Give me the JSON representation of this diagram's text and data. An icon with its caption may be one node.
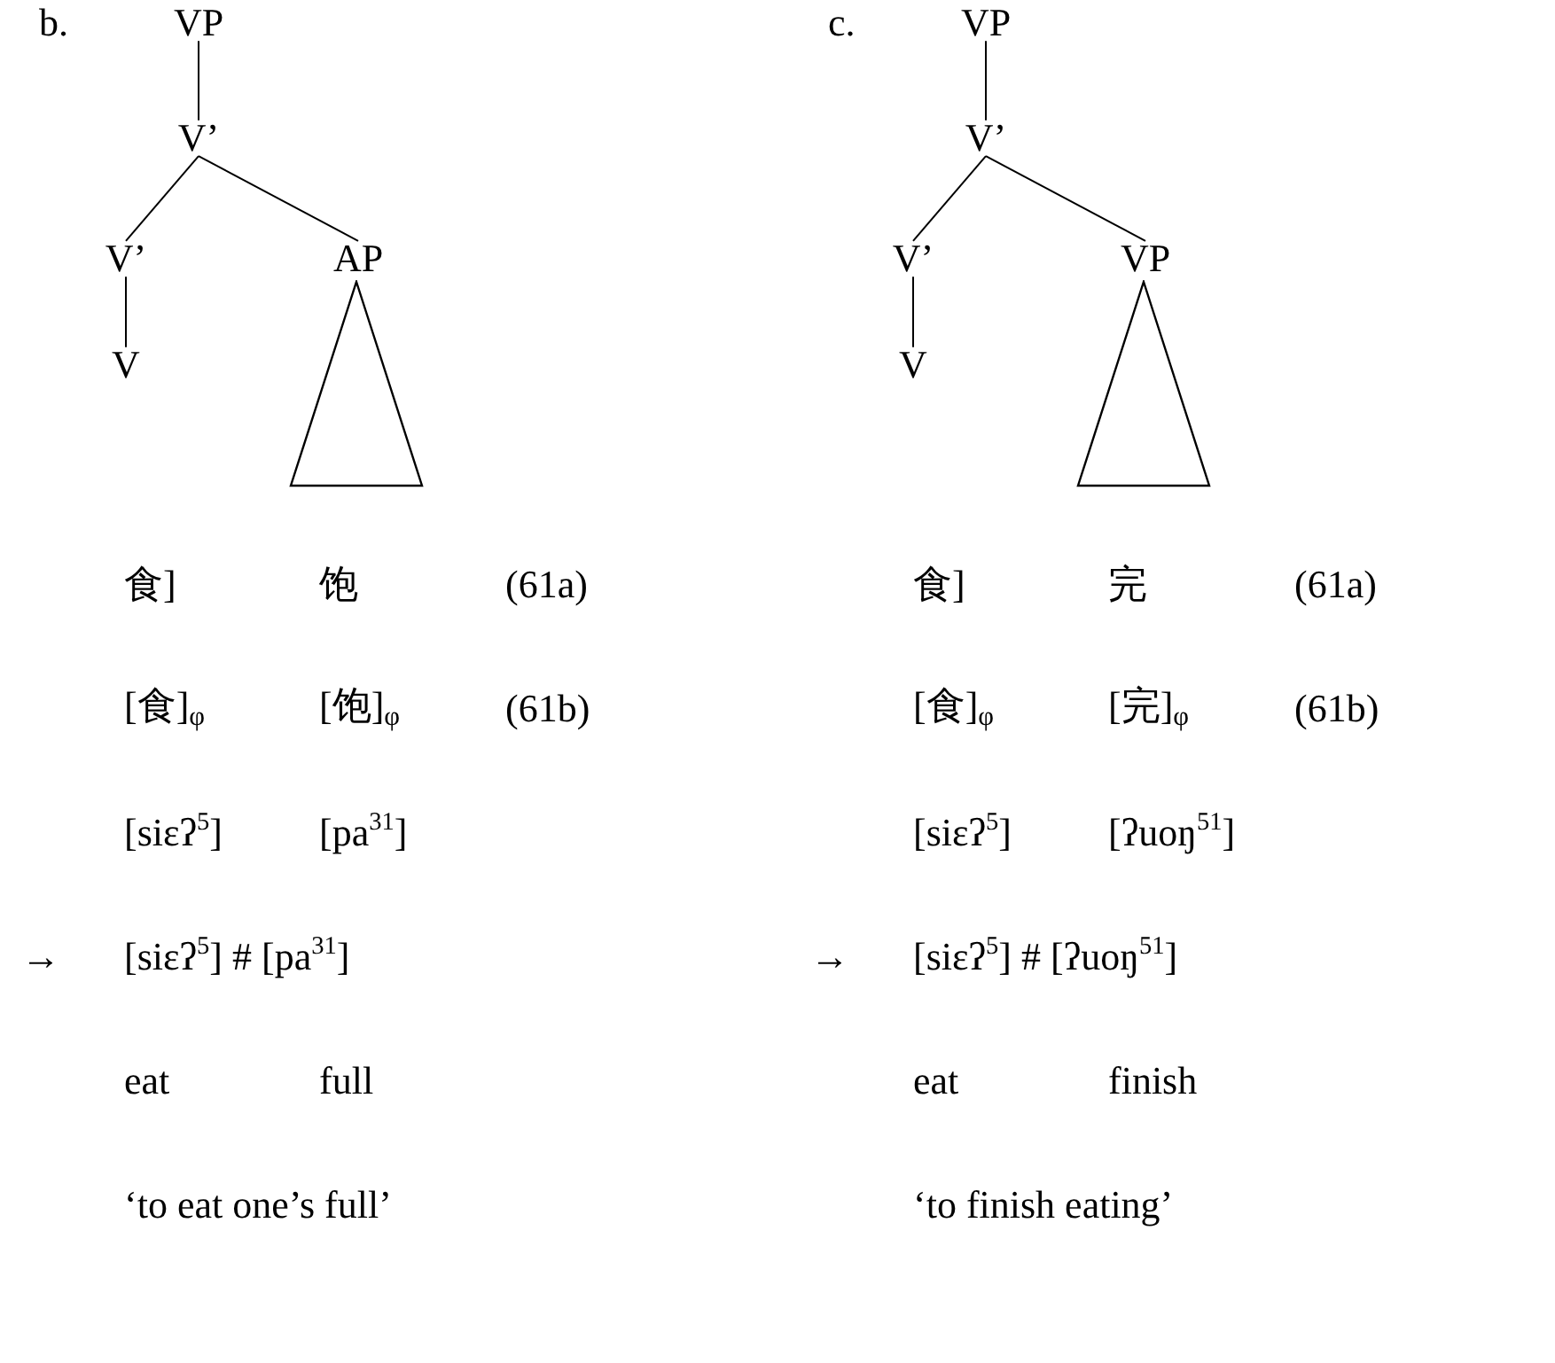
{
  "diagram": {
    "nodes": [
      {
        "text": [
          "VP"
        ]
      },
      {
        "text": [
          "V’"
        ]
      },
      {
        "text": [
          "V’"
        ]
      },
      {
        "text": [
          "AP"
        ]
      },
      {
        "text": [
          "V"
        ]
      },
      {
        "text": [],
        "shape": "triangle"
      },
      {
        "text": [
          "VP"
        ]
      },
      {
        "text": [
          "V’"
        ]
      },
      {
        "text": [
          "V’"
        ]
      },
      {
        "text": [
          "VP"
        ]
      },
      {
        "text": [
          "V"
        ]
      },
      {
        "text": [],
        "shape": "triangle"
      }
    ],
    "edges": [
      {
        "from": 0,
        "to": 1,
        "arrow": "none"
      },
      {
        "from": 1,
        "to": 2,
        "arrow": "none"
      },
      {
        "from": 1,
        "to": 3,
        "arrow": "none"
      },
      {
        "from": 2,
        "to": 4,
        "arrow": "none"
      },
      {
        "from": 6,
        "to": 7,
        "arrow": "none"
      },
      {
        "from": 7,
        "to": 8,
        "arrow": "none"
      },
      {
        "from": 7,
        "to": 9,
        "arrow": "none"
      },
      {
        "from": 8,
        "to": 10,
        "arrow": "none"
      }
    ],
    "labels": [
      "b.",
      "c.",
      "食]",
      "饱",
      "(61a)",
      "食]",
      "完",
      "(61a)",
      "[食]$_{φ}$",
      "[饱]$_{φ}$",
      "(61b)",
      "[食]$_{φ}$",
      "[完]$_{φ}$",
      "(61b)",
      "[siɛʔ$^{5}$]",
      "[pa$^{31}$]",
      "[siɛʔ$^{5}$]",
      "[ʔuoŋ$^{51}$]",
      "→",
      "[siɛʔ$^{5}$] # [pa$^{31}$]",
      "→",
      "[siɛʔ$^{5}$] # [ʔuoŋ$^{51}$]",
      "eat",
      "full",
      "eat",
      "finish",
      "‘to eat one’s full’",
      "‘to finish eating’"
    ]
  }
}
